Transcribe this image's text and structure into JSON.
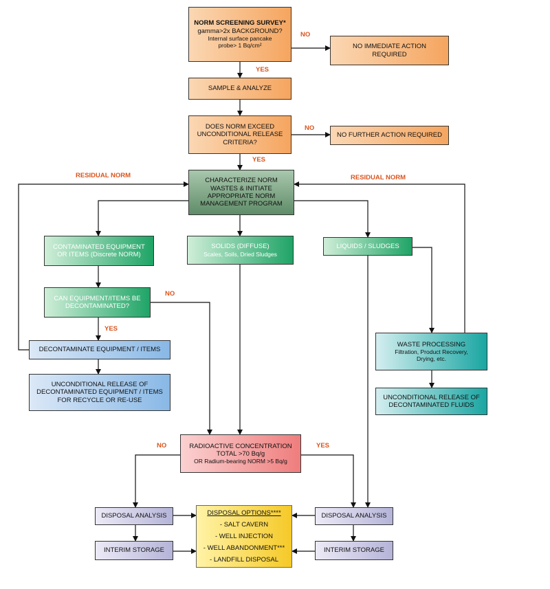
{
  "nodes": {
    "survey": [
      "NORM SCREENING SURVEY*",
      "gamma>2x BACKGROUND?",
      "Internal surface pancake",
      "probe> 1 Bq/cm²"
    ],
    "no_immediate": [
      "NO IMMEDIATE ACTION",
      "REQUIRED"
    ],
    "sample": [
      "SAMPLE & ANALYZE"
    ],
    "exceed": [
      "DOES NORM EXCEED",
      "UNCONDITIONAL RELEASE",
      "CRITERIA?"
    ],
    "no_further": [
      "NO FURTHER ACTION REQUIRED"
    ],
    "characterize": [
      "CHARACTERIZE NORM",
      "WASTES & INITIATE",
      "APPROPRIATE NORM",
      "MANAGEMENT PROGRAM"
    ],
    "contaminated": [
      "CONTAMINATED EQUIPMENT",
      "OR ITEMS (Discrete NORM)"
    ],
    "solids": [
      "SOLIDS (DIFFUSE)",
      "Scales, Soils, Dried Sludges"
    ],
    "liquids": [
      "LIQUIDS / SLUDGES"
    ],
    "can_decon": [
      "CAN EQUIPMENT/ITEMS BE",
      "DECONTAMINATED?"
    ],
    "decon": [
      "DECONTAMINATE EQUIPMENT / ITEMS"
    ],
    "release_equip": [
      "UNCONDITIONAL RELEASE OF",
      "DECONTAMINATED EQUIPMENT / ITEMS",
      "FOR RECYCLE OR RE-USE"
    ],
    "waste_proc": [
      "WASTE PROCESSING",
      "Filtration, Product Recovery,",
      "Drying, etc."
    ],
    "release_fluids": [
      "UNCONDITIONAL RELEASE OF",
      "DECONTAMINATED FLUIDS"
    ],
    "radioactive": [
      "RADIOACTIVE CONCENTRATION",
      "TOTAL >70 Bq/g",
      "OR Radium-bearing NORM >5 Bq/g"
    ],
    "disp_left": [
      "DISPOSAL ANALYSIS"
    ],
    "interim_left": [
      "INTERIM STORAGE"
    ],
    "disp_right": [
      "DISPOSAL ANALYSIS"
    ],
    "interim_right": [
      "INTERIM STORAGE"
    ],
    "options": [
      "DISPOSAL OPTIONS****",
      "- SALT CAVERN",
      "- WELL INJECTION",
      "- WELL ABANDONMENT***",
      "- LANDFILL DISPOSAL"
    ]
  },
  "edge_labels": {
    "no_1": "NO",
    "yes_1": "YES",
    "no_2": "NO",
    "yes_2": "YES",
    "residual_left": "RESIDUAL NORM",
    "residual_right": "RESIDUAL NORM",
    "no_3": "NO",
    "yes_3": "YES",
    "no_4": "NO",
    "yes_4": "YES"
  }
}
